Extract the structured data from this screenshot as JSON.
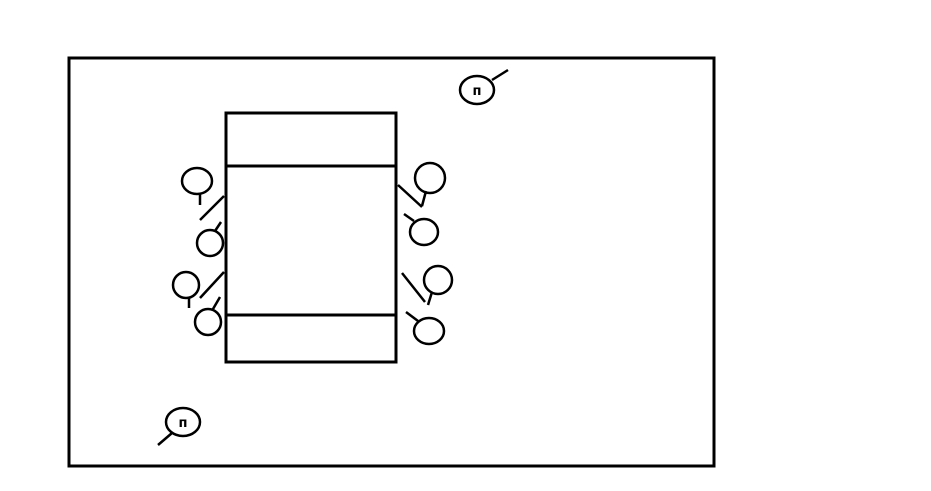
{
  "diagram": {
    "colors": {
      "ink": "#000000",
      "background": "#ffffff"
    },
    "room": {
      "shape": "rectangle"
    },
    "table": {
      "shape": "rectangle",
      "sections": 3
    },
    "chairs": {
      "left_side": 4,
      "right_side": 4,
      "icon": "chair-icon"
    },
    "markers": [
      {
        "label": "п",
        "icon": "magnifier-marker-icon",
        "location": "top-right"
      },
      {
        "label": "п",
        "icon": "magnifier-marker-icon",
        "location": "bottom-left"
      }
    ]
  }
}
